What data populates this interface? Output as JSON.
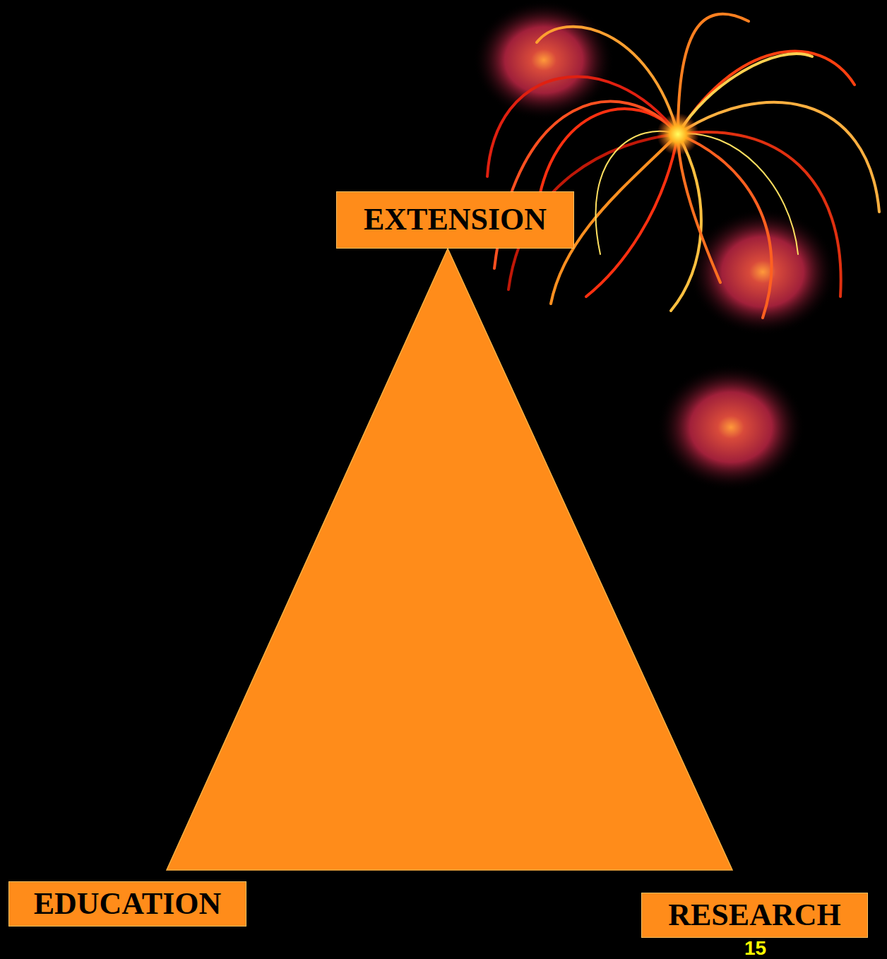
{
  "diagram": {
    "nodes": [
      {
        "text": [
          "EXTENSION"
        ]
      },
      {
        "text": [
          "EDUCATION"
        ]
      },
      {
        "text": [
          "RESEARCH"
        ]
      }
    ],
    "labels": [
      "15"
    ]
  }
}
